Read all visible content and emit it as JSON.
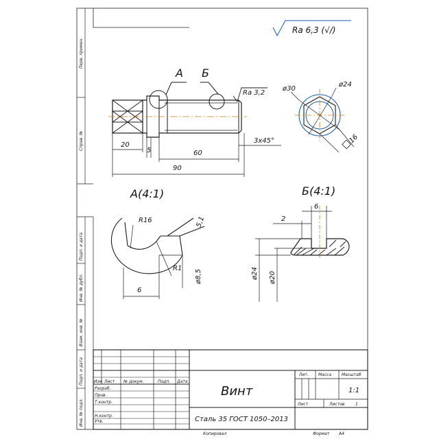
{
  "roughness": {
    "symbol": "Ra 6,3 (√/)"
  },
  "views": {
    "callout_a": "А",
    "callout_b": "Б",
    "surface_ra": "Ra 3,2",
    "chamfer": "3x45°"
  },
  "dimensions": {
    "d20": "20",
    "d5": "5",
    "d60": "60",
    "d90": "90",
    "phi30": "ø30",
    "phi24": "ø24",
    "sq16": "16",
    "r16": "R16",
    "d5_1": "5,1",
    "r1": "R1",
    "phi8_5": "ø8,5",
    "d6a": "6",
    "d6b": "6",
    "d2": "2",
    "phi24b": "ø24",
    "phi20": "ø20"
  },
  "details": {
    "a_title": "А(4:1)",
    "b_title": "Б(4:1)"
  },
  "left_strip": [
    "Перв. примен.",
    "Справ. №",
    "Подп. и дата",
    "Инв. № дубл.",
    "Взам. инв. №",
    "Подп. и дата",
    "Инв. № подл."
  ],
  "title_block": {
    "name": "Винт",
    "material": "Сталь 35  ГОСТ 1050–2013",
    "hdr": [
      "Изм.",
      "Лист",
      "№ докум.",
      "Подп.",
      "Дата"
    ],
    "roles": [
      "Разраб.",
      "Пров.",
      "Т.контр.",
      "",
      "Н.контр.",
      "Утв."
    ],
    "col_lit": "Лит.",
    "col_mass": "Масса",
    "col_scale": "Масштаб",
    "scale_value": "1:1",
    "sheet": "Лист",
    "sheets": "Листов",
    "sheets_value": "1"
  },
  "footer": {
    "copied": "Копировал",
    "format": "Формат",
    "format_value": "А4"
  }
}
